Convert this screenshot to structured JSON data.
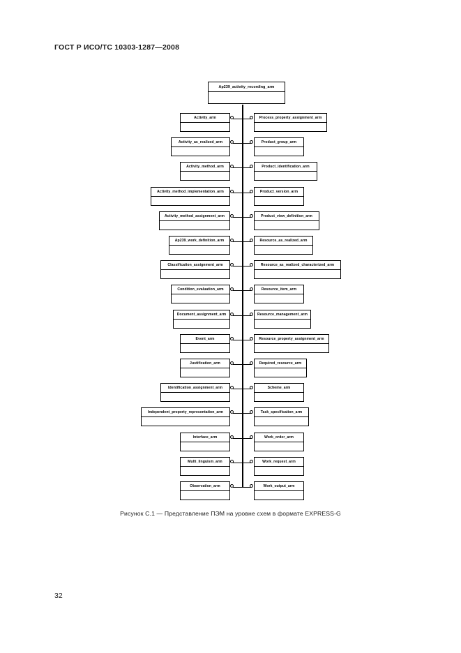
{
  "document": {
    "standard_header": "ГОСТ Р ИСО/ТС 10303-1287—2008",
    "page_number": "32",
    "figure_caption": "Рисунок С.1 — Представление ПЭМ на уровне схем в формате EXPRESS-G"
  },
  "diagram": {
    "type": "express-g-schema-level",
    "root": {
      "label": "Ap239_activity_recording_arm"
    },
    "left_column": [
      {
        "label": "Activity_arm"
      },
      {
        "label": "Activity_as_realized_arm"
      },
      {
        "label": "Activity_method_arm"
      },
      {
        "label": "Activity_method_implementation_arm"
      },
      {
        "label": "Activity_method_assignment_arm"
      },
      {
        "label": "Ap239_work_definition_arm"
      },
      {
        "label": "Classification_assignment_arm"
      },
      {
        "label": "Condition_evaluation_arm"
      },
      {
        "label": "Document_assignment_arm"
      },
      {
        "label": "Event_arm"
      },
      {
        "label": "Justification_arm"
      },
      {
        "label": "Identification_assignment_arm"
      },
      {
        "label": "Independent_property_representation_arm"
      },
      {
        "label": "Interface_arm"
      },
      {
        "label": "Multi_linguism_arm"
      },
      {
        "label": "Observation_arm"
      }
    ],
    "right_column": [
      {
        "label": "Process_property_assignment_arm"
      },
      {
        "label": "Product_group_arm"
      },
      {
        "label": "Product_identification_arm"
      },
      {
        "label": "Product_version_arm"
      },
      {
        "label": "Product_view_definition_arm"
      },
      {
        "label": "Resource_as_realized_arm"
      },
      {
        "label": "Resource_as_realized_characterized_arm"
      },
      {
        "label": "Resource_item_arm"
      },
      {
        "label": "Resource_management_arm"
      },
      {
        "label": "Resource_property_assignment_arm"
      },
      {
        "label": "Required_resource_arm"
      },
      {
        "label": "Scheme_arm"
      },
      {
        "label": "Task_specification_arm"
      },
      {
        "label": "Work_order_arm"
      },
      {
        "label": "Work_request_arm"
      },
      {
        "label": "Work_output_arm"
      }
    ]
  }
}
